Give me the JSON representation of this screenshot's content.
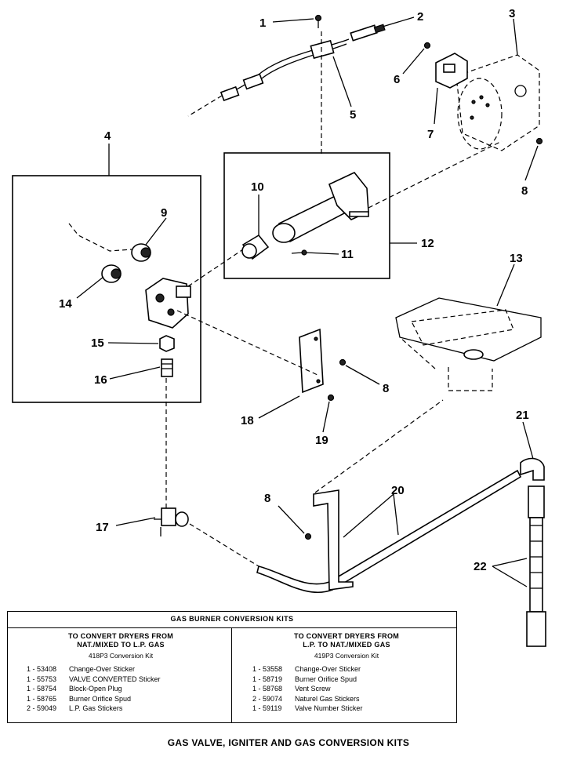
{
  "callouts": [
    "1",
    "2",
    "3",
    "4",
    "5",
    "6",
    "7",
    "8",
    "9",
    "10",
    "11",
    "12",
    "13",
    "14",
    "15",
    "16",
    "8",
    "18",
    "8",
    "19",
    "17",
    "20",
    "21",
    "22"
  ],
  "kits": {
    "title": "GAS BURNER CONVERSION KITS",
    "left": {
      "heading_line1": "TO CONVERT DRYERS FROM",
      "heading_line2": "NAT./MIXED TO L.P. GAS",
      "kit": "418P3 Conversion Kit",
      "rows": [
        {
          "qty": "1 - 53408",
          "desc": "Change-Over Sticker"
        },
        {
          "qty": "1 - 55753",
          "desc": "VALVE CONVERTED Sticker"
        },
        {
          "qty": "1 - 58754",
          "desc": "Block-Open Plug"
        },
        {
          "qty": "1 - 58765",
          "desc": "Burner Orifice Spud"
        },
        {
          "qty": "2 - 59049",
          "desc": "L.P. Gas Stickers"
        }
      ]
    },
    "right": {
      "heading_line1": "TO CONVERT DRYERS FROM",
      "heading_line2": "L.P. TO NAT./MIXED GAS",
      "kit": "419P3 Conversion Kit",
      "rows": [
        {
          "qty": "1 - 53558",
          "desc": "Change-Over Sticker"
        },
        {
          "qty": "1 - 58719",
          "desc": "Burner Orifice Spud"
        },
        {
          "qty": "1 - 58768",
          "desc": "Vent Screw"
        },
        {
          "qty": "2 - 59074",
          "desc": "Naturel Gas Stickers"
        },
        {
          "qty": "1 - 59119",
          "desc": "Valve Number Sticker"
        }
      ]
    }
  },
  "caption": "GAS VALVE, IGNITER AND GAS CONVERSION KITS"
}
